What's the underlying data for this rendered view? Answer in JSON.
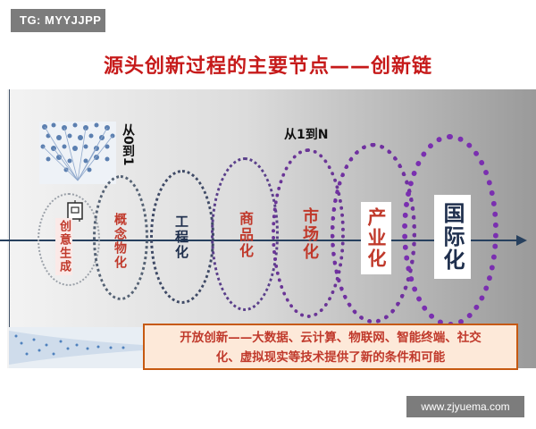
{
  "watermark": "TG: MYYJJPP",
  "title": "源头创新过程的主要节点——创新链",
  "labels": {
    "zero_to_one": "从0到1",
    "one_to_n": "从1到N"
  },
  "stages": [
    {
      "label": "创意生成",
      "color": "#c0392b"
    },
    {
      "label": "概念物化",
      "color": "#c0392b"
    },
    {
      "label": "工程化",
      "color": "#1f2f4d"
    },
    {
      "label": "商品化",
      "color": "#c0392b"
    },
    {
      "label": "市场化",
      "color": "#c0392b"
    },
    {
      "label": "产业化",
      "color": "#c0392b"
    },
    {
      "label": "国际化",
      "color": "#1f2f4d"
    }
  ],
  "callout_lines": [
    "开放创新——大数据、云计算、物联网、智能终端、社交",
    "化、虚拟现实等技术提供了新的条件和可能"
  ],
  "site": "www.zjyuema.com",
  "colors": {
    "title": "#c61a1a",
    "ring": "#7030a0",
    "axis": "#27405e",
    "callout_border": "#c65911"
  }
}
